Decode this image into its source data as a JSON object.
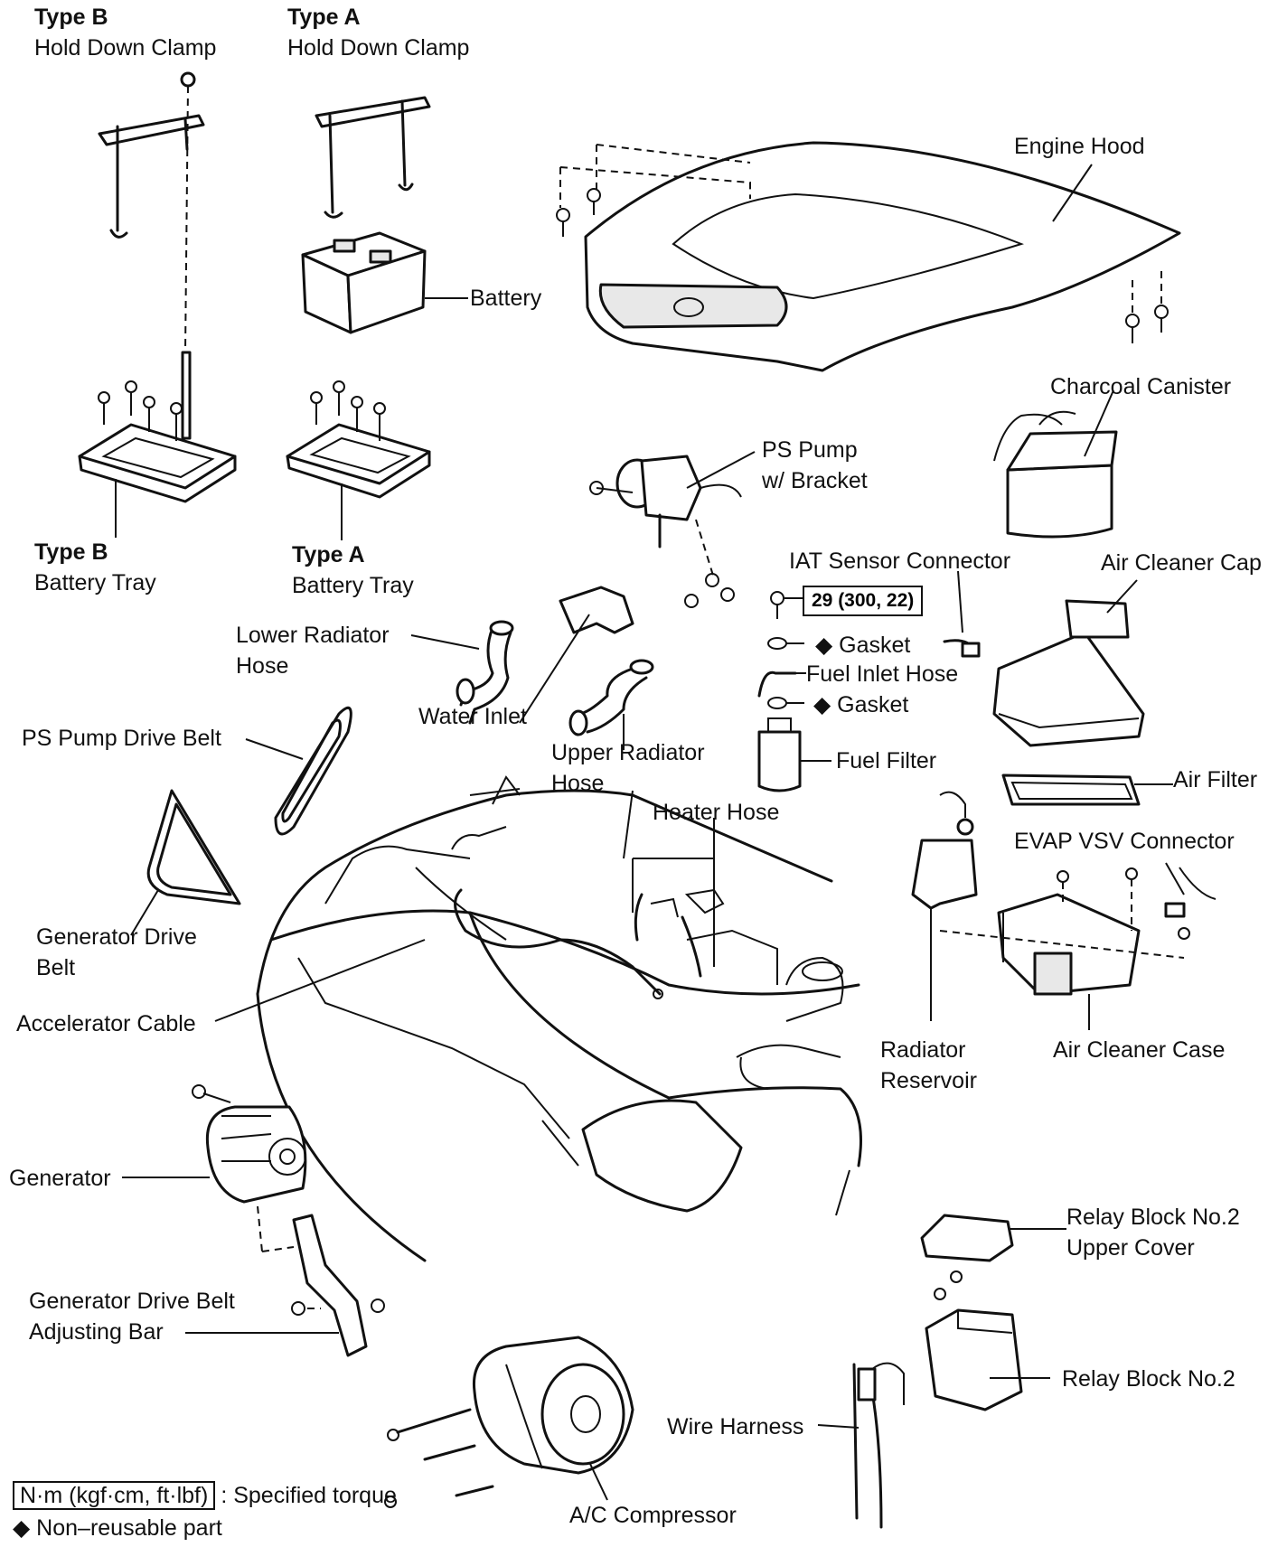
{
  "labels": {
    "type_b_clamp": {
      "type": "Type B",
      "name": "Hold Down Clamp"
    },
    "type_a_clamp": {
      "type": "Type A",
      "name": "Hold Down Clamp"
    },
    "battery": "Battery",
    "type_b_tray": {
      "type": "Type B",
      "name": "Battery Tray"
    },
    "type_a_tray": {
      "type": "Type A",
      "name": "Battery Tray"
    },
    "engine_hood": "Engine Hood",
    "charcoal_canister": "Charcoal Canister",
    "ps_pump": {
      "line1": "PS Pump",
      "line2": "w/ Bracket"
    },
    "iat_sensor_connector": "IAT Sensor Connector",
    "air_cleaner_cap": "Air Cleaner Cap",
    "gasket_1": "◆ Gasket",
    "fuel_inlet_hose": "Fuel Inlet Hose",
    "gasket_2": "◆ Gasket",
    "fuel_filter": "Fuel Filter",
    "air_filter": "Air Filter",
    "evap_vsv_connector": "EVAP VSV Connector",
    "lower_radiator_hose": {
      "line1": "Lower Radiator",
      "line2": "Hose"
    },
    "water_inlet": "Water Inlet",
    "upper_radiator_hose": {
      "line1": "Upper Radiator",
      "line2": "Hose"
    },
    "heater_hose": "Heater Hose",
    "ps_pump_drive_belt": "PS Pump Drive Belt",
    "generator_drive_belt": {
      "line1": "Generator Drive",
      "line2": "Belt"
    },
    "accelerator_cable": "Accelerator Cable",
    "radiator_reservoir": {
      "line1": "Radiator",
      "line2": "Reservoir"
    },
    "air_cleaner_case": "Air Cleaner Case",
    "generator": "Generator",
    "relay_block_cover": {
      "line1": "Relay Block No.2",
      "line2": "Upper Cover"
    },
    "gen_adjusting_bar": {
      "line1": "Generator Drive Belt",
      "line2": "Adjusting Bar"
    },
    "relay_block": "Relay Block No.2",
    "wire_harness": "Wire Harness",
    "ac_compressor": "A/C Compressor"
  },
  "torque_spec": "29 (300, 22)",
  "legend": {
    "torque_units": "N·m (kgf·cm, ft·lbf)",
    "torque_text": ": Specified torque",
    "nonreusable": "◆ Non–reusable part"
  }
}
